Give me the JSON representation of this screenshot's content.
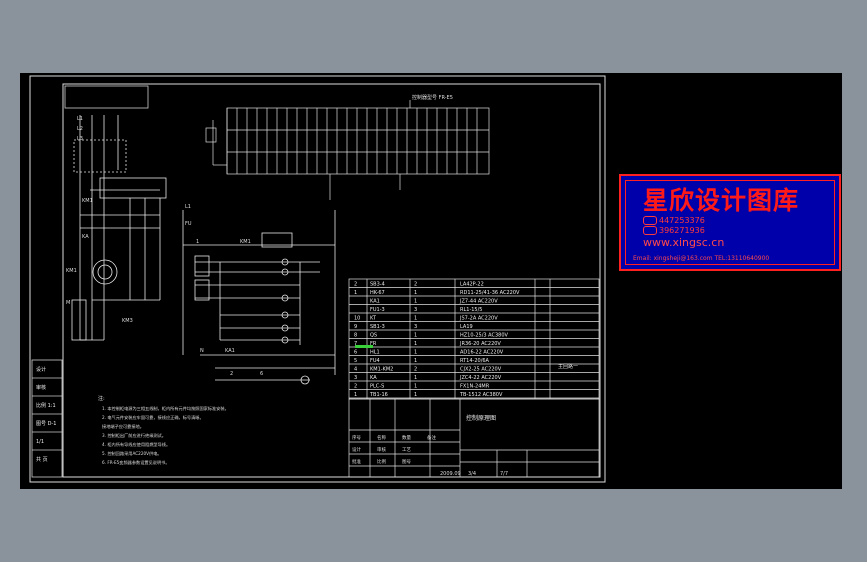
{
  "watermark": {
    "title": "星欣设计图库",
    "qq1": "447253376",
    "qq2": "396271936",
    "url": "www.xingsc.cn",
    "email_line": "Email: xingsheji@163.com  TEL:13110640900"
  },
  "drawing": {
    "title_block": {
      "drawing_name": "控制原理图",
      "date": "2009.09",
      "sheet_a": "3/4",
      "sheet_b": "7/7"
    },
    "left_column_labels": [
      "设计",
      "审核",
      "比例 1:1",
      "图号 D-1",
      "1/1",
      "共 页"
    ],
    "top_annotation": "控制器型号 FR-E5",
    "bom_rows": [
      {
        "no": "2",
        "name": "SB3-4",
        "qty": "2",
        "model": "LA42P-22"
      },
      {
        "no": "1",
        "name": "HK-67",
        "qty": "1",
        "model": "RD11-25/41-36 AC220V"
      },
      {
        "no": "",
        "name": "KA1",
        "qty": "1",
        "model": "JZ7-44 AC220V"
      },
      {
        "no": "",
        "name": "FU1-3",
        "qty": "3",
        "model": "RL1-15/5"
      },
      {
        "no": "10",
        "name": "KT",
        "qty": "1",
        "model": "JS7-2A AC220V"
      },
      {
        "no": "9",
        "name": "SB1-3",
        "qty": "3",
        "model": "LA19"
      },
      {
        "no": "8",
        "name": "QS",
        "qty": "1",
        "model": "HZ10-25/3 AC380V"
      },
      {
        "no": "7",
        "name": "FR",
        "qty": "1",
        "model": "JR36-20 AC220V"
      },
      {
        "no": "6",
        "name": "HL1",
        "qty": "1",
        "model": "AD16-22 AC220V"
      },
      {
        "no": "5",
        "name": "FU4",
        "qty": "1",
        "model": "RT14-20/6A"
      },
      {
        "no": "4",
        "name": "KM1-KM2",
        "qty": "2",
        "model": "CJX2-25 AC220V"
      },
      {
        "no": "3",
        "name": "KA",
        "qty": "1",
        "model": "JZC4-22 AC220V"
      },
      {
        "no": "2",
        "name": "PLC-S",
        "qty": "1",
        "model": "FX1N-24MR"
      },
      {
        "no": "1",
        "name": "TB1-16",
        "qty": "1",
        "model": "TB-1512 AC380V"
      }
    ],
    "notes_title": "注:",
    "notes": [
      "1. 本控制柜电源为三相五线制，柜内所有元件均按照国家标准安装。",
      "2. 电气元件安装应牢固可靠，接线应正确，标号清晰。",
      "   接地端子应可靠接地。",
      "3. 控制柜出厂前应进行绝缘测试。",
      "4. 柜内所有导线应使用阻燃型导线。",
      "5. 控制回路采用AC220V供电。",
      "6. FR-E5变频器参数设置见说明书。"
    ],
    "tb_labels": [
      "序号",
      "名称",
      "数量",
      "备注",
      "设计",
      "审核",
      "工艺",
      "批准",
      "比例",
      "图号"
    ]
  }
}
